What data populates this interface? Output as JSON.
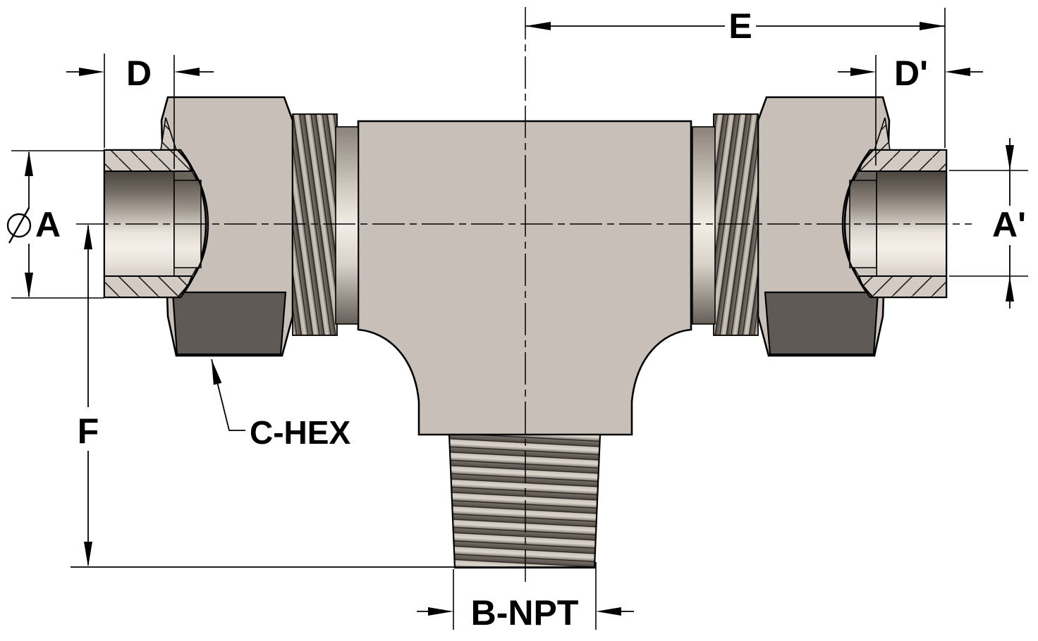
{
  "labels": {
    "dim_e": "E",
    "dim_d_left": "D",
    "dim_d_right": "D'",
    "dim_a_left": "A",
    "dim_a_right": "A'",
    "dim_f": "F",
    "diameter_symbol": "⌀",
    "hex_callout": "C-HEX",
    "thread_callout": "B-NPT"
  },
  "colors": {
    "background": "#ffffff",
    "outline": "#000000",
    "body": "#c8bfb8",
    "section_hatch_fill": "#d2cac3",
    "nut_dark_facet": "#5f5a55",
    "thread_dark": "#57504a",
    "thread_light": "#cfc8bf"
  }
}
